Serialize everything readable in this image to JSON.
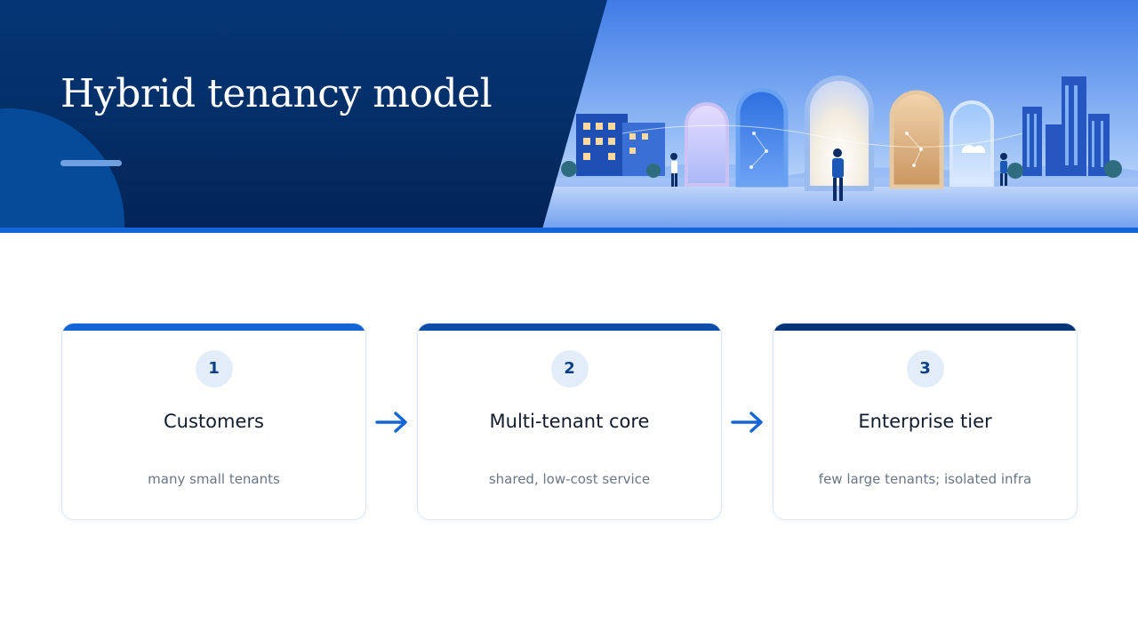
{
  "slide": {
    "title": "Hybrid tenancy model"
  },
  "steps": [
    {
      "number": "1",
      "title": "Customers",
      "description": "many small tenants",
      "accent": "#1565d6"
    },
    {
      "number": "2",
      "title": "Multi-tenant core",
      "description": "shared, low-cost service",
      "accent": "#0d4da8"
    },
    {
      "number": "3",
      "title": "Enterprise tier",
      "description": "few large tenants; isolated infra",
      "accent": "#063577"
    }
  ],
  "icons": {
    "flow_arrow": "arrow-right-icon",
    "illustration": "tenancy-doorways-illustration"
  },
  "colors": {
    "header_background": "#04306a",
    "header_highlight": "#1565d6",
    "arrow": "#1565d6",
    "number_text": "#0a3f86"
  }
}
